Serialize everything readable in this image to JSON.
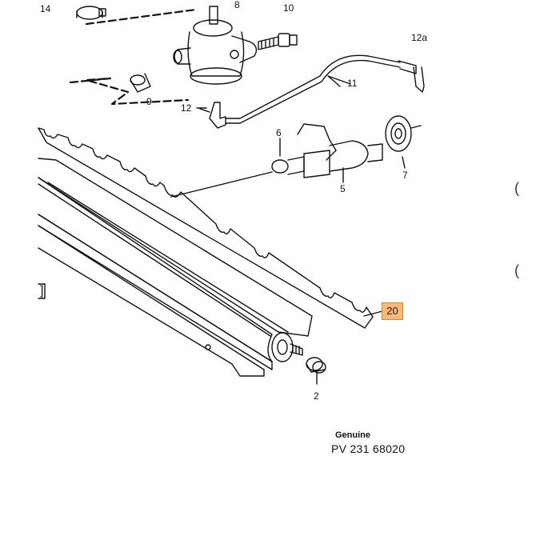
{
  "diagram": {
    "callouts": {
      "c14": "14",
      "c8": "8",
      "c10": "10",
      "c12a": "12a",
      "c11": "11",
      "c9": "9",
      "c12": "12",
      "c6": "6",
      "c5": "5",
      "c7": "7",
      "c2": "2"
    },
    "highlighted_callout": "20",
    "highlight_color": "#f9b97a",
    "side_marks": [
      "(",
      "("
    ],
    "left_bracket": "]"
  },
  "footer": {
    "brand": "Genuine",
    "part_number": "PV  231  68020"
  }
}
